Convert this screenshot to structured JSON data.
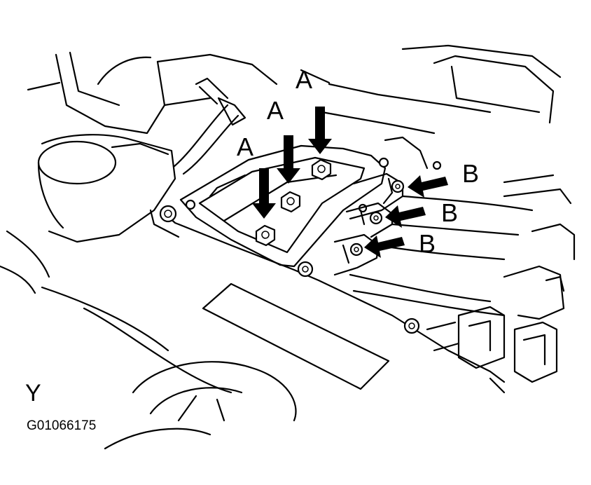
{
  "diagram": {
    "callouts": {
      "a1": "A",
      "a2": "A",
      "a3": "A",
      "b1": "B",
      "b2": "B",
      "b3": "B"
    },
    "view_letter": "Y",
    "figure_id": "G01066175"
  },
  "colors": {
    "ink": "#000000",
    "paper": "#ffffff"
  },
  "icons": {
    "arrow": "bold-pointer-arrow",
    "bolt": "hex-bolt-icon"
  }
}
